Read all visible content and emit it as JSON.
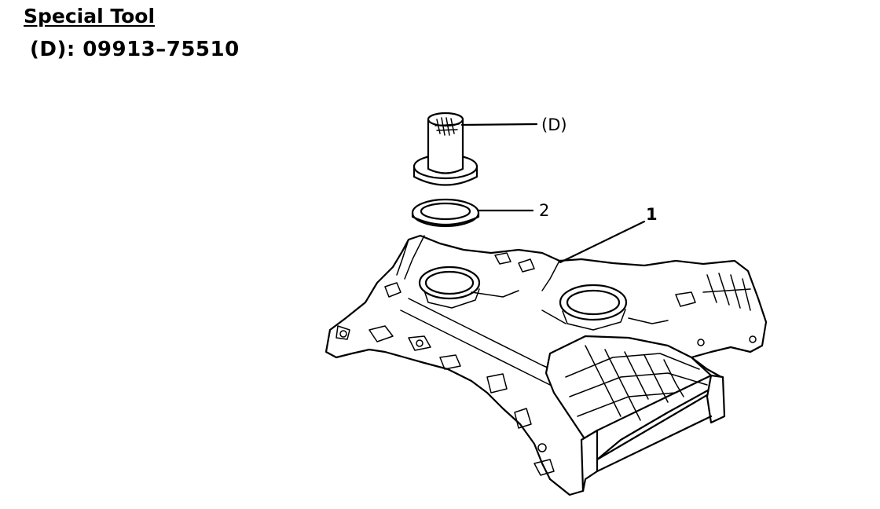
{
  "heading": "Special Tool",
  "tool": {
    "line": "(D): 09913–75510"
  },
  "figure": {
    "callouts": {
      "tool": "(D)",
      "part_2": "2",
      "part_1": "1"
    }
  }
}
